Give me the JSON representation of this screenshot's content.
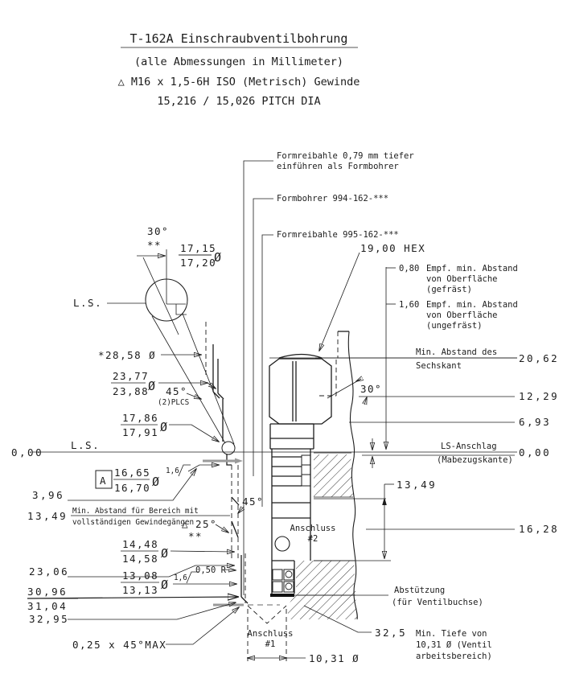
{
  "title": {
    "line1": "T-162A Einschraubventilbohrung",
    "line2": "(alle Abmessungen in Millimeter)",
    "line3": "△ M16 x 1,5-6H ISO (Metrisch) Gewinde",
    "line4": "15,216 / 15,026 PITCH DIA"
  },
  "notes": {
    "reamer_l1": "Formreibahle 0,79 mm tiefer",
    "reamer_l2": "einführen als Formbohrer",
    "drill": "Formbohrer 994-162-***",
    "reamer2": "Formreibahle 995-162-***",
    "hex": "19,00 HEX",
    "milled_val": "0,80",
    "milled_l1": "Empf. min. Abstand",
    "milled_l2": "von Oberfläche",
    "milled_l3": "(gefräst)",
    "unmilled_val": "1,60",
    "unmilled_l1": "Empf. min. Abstand",
    "unmilled_l2": "von Oberfläche",
    "unmilled_l3": "(ungefräst)",
    "hexmin_l1": "Min. Abstand des",
    "hexmin_l2": "Sechskant",
    "hexmin_val": "20,62",
    "lsstop_l1": "LS-Anschlag",
    "lsstop_l2": "(Mabezugskante)",
    "lsstop_val": "0,00",
    "support_l1": "Abstützung",
    "support_l2": "(für Ventilbuchse)",
    "depth_val": "32,5",
    "depth_l1": "Min. Tiefe von",
    "depth_l2": "10,31 Ø (Ventil",
    "depth_l3": "arbeitsbereich)",
    "thread_l1": "Min. Abstand für Bereich mit",
    "thread_l2": "vollständigen Gewindegängen"
  },
  "dims": {
    "right_1229": "12,29",
    "right_693": "6,93",
    "right_1349": "13,49",
    "right_1628": "16,28",
    "angle30_top": "30°",
    "stars_top": "**",
    "d1715_a": "17,15",
    "d1715_b": "17,20",
    "ls_detail": "L.S.",
    "ls_left": "L.S.",
    "zero_left": "0,00",
    "d2858": "*28,58 Ø",
    "d2377_a": "23,77",
    "d2377_b": "23,88",
    "angle45": "45°",
    "plcs": "(2)PLCS",
    "d1786_a": "17,86",
    "d1786_b": "17,91",
    "datum_a": "A",
    "d1665_a": "16,65",
    "d1665_b": "16,70",
    "finish_a": "1,6",
    "d396": "3,96",
    "d1349_left": "13,49",
    "angle25": "25°",
    "stars2": "**",
    "angle45_seat": "45°",
    "angle30_right": "30°",
    "d1448_a": "14,48",
    "d1448_b": "14,58",
    "d2306": "23,06",
    "d1308_a": "13,08",
    "d1308_b": "13,13",
    "finish_b": "1,6",
    "r050": "0,50 R",
    "d3096": "30,96",
    "d3104": "31,04",
    "d3295": "32,95",
    "chamfer": "0,25 x 45°MAX",
    "d1031": "10,31 Ø",
    "dia1": "Ø",
    "dia2": "Ø",
    "dia3": "Ø",
    "dia4": "Ø",
    "dia5": "Ø",
    "dia6": "Ø"
  },
  "ports": {
    "p1_l1": "Anschluss",
    "p1_l2": "#1",
    "p2_l1": "Anschluss",
    "p2_l2": "#2"
  },
  "symbols": {
    "triangle": "△"
  }
}
